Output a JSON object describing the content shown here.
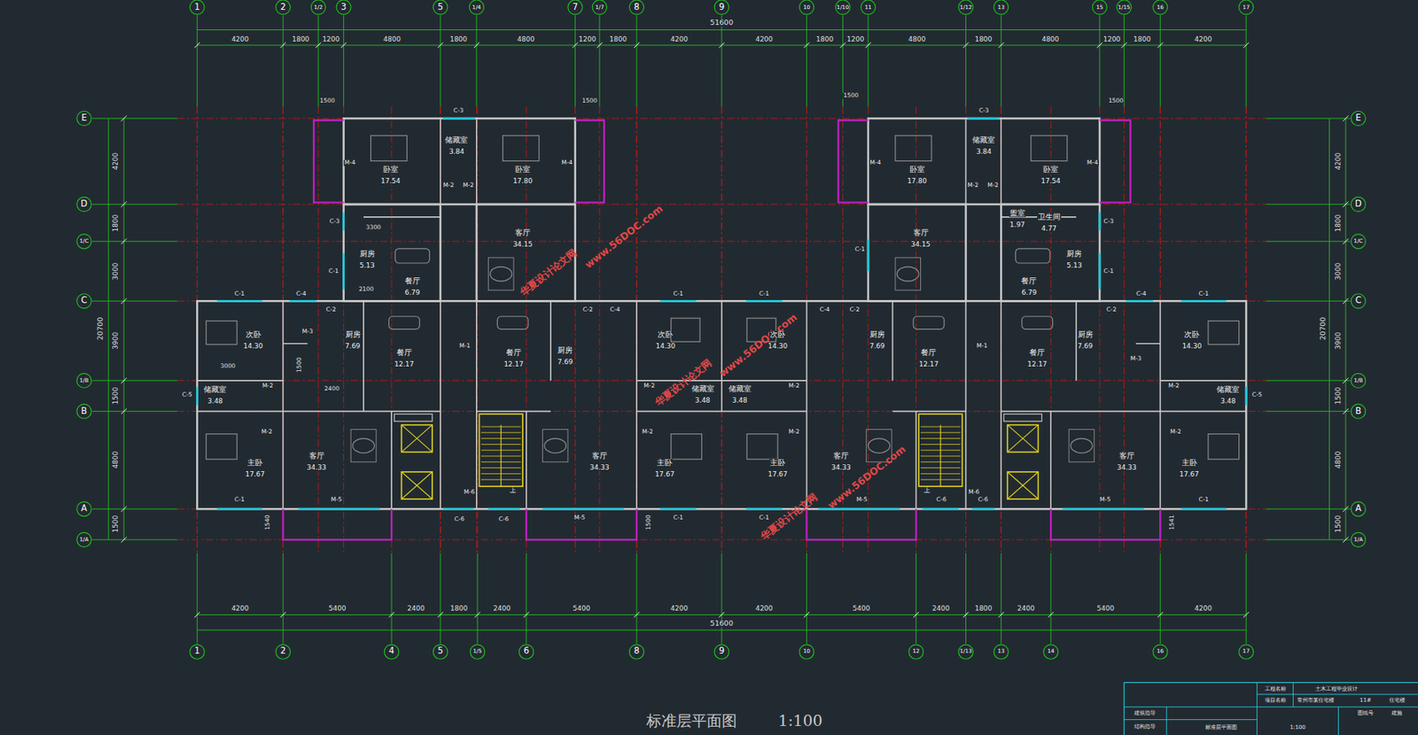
{
  "diagram": {
    "caption": "标准层平面图",
    "labels": [
      "1",
      "2",
      "1/2",
      "3",
      "5",
      "1/4",
      "7",
      "1/7",
      "8",
      "9",
      "10",
      "1/10",
      "11",
      "1/12",
      "13",
      "15",
      "1/15",
      "16",
      "17",
      "1",
      "2",
      "4",
      "5",
      "1/5",
      "6",
      "8",
      "9",
      "10",
      "12",
      "1/13",
      "13",
      "14",
      "16",
      "17",
      "E",
      "D",
      "1/C",
      "C",
      "1/B",
      "B",
      "A",
      "1/A",
      "E",
      "D",
      "1/C",
      "C",
      "1/B",
      "B",
      "A",
      "1/A",
      "4200",
      "1800",
      "1200",
      "4800",
      "1800",
      "4800",
      "1200",
      "1800",
      "4200",
      "4200",
      "1800",
      "1200",
      "4800",
      "1800",
      "4800",
      "1200",
      "1800",
      "4200",
      "51600",
      "4200",
      "5400",
      "2400",
      "1800",
      "2400",
      "5400",
      "4200",
      "4200",
      "5400",
      "2400",
      "1800",
      "2400",
      "5400",
      "4200",
      "51600",
      "4200",
      "1800",
      "3000",
      "3900",
      "1500",
      "4800",
      "1500",
      "20700",
      "4200",
      "1800",
      "3000",
      "3900",
      "1500",
      "4800",
      "1500",
      "20700",
      "1500",
      "1500",
      "1500",
      "1500",
      "3000",
      "2400",
      "1500",
      "2100",
      "1540",
      "1500",
      "1541",
      "3300",
      "卧室",
      "17.54",
      "储藏室",
      "3.84",
      "卧室",
      "17.80",
      "客厅",
      "34.15",
      "厨房",
      "5.13",
      "餐厅",
      "6.79",
      "次卧",
      "14.30",
      "厨房",
      "7.69",
      "餐厅",
      "12.17",
      "储藏室",
      "3.48",
      "主卧",
      "17.67",
      "客厅",
      "34.33",
      "餐厅",
      "12.17",
      "厨房",
      "7.69",
      "次卧",
      "14.30",
      "储藏室",
      "3.48",
      "主卧",
      "17.67",
      "客厅",
      "34.33",
      "储藏室",
      "3.48",
      "次卧",
      "14.30",
      "主卧",
      "17.67",
      "客厅",
      "34.33",
      "厨房",
      "7.69",
      "餐厅",
      "12.17",
      "卧室",
      "17.80",
      "储藏室",
      "3.84",
      "卧室",
      "17.54",
      "客厅",
      "34.15",
      "盥室",
      "1.97",
      "卫生间",
      "4.77",
      "厨房",
      "5.13",
      "餐厅",
      "6.79",
      "餐厅",
      "12.17",
      "厨房",
      "7.69",
      "次卧",
      "14.30",
      "储藏室",
      "3.48",
      "主卧",
      "17.67",
      "客厅",
      "34.33",
      "C-3",
      "C-3",
      "M-4",
      "M-4",
      "M-4",
      "M-4",
      "M-2",
      "M-2",
      "M-2",
      "M-2",
      "C-3",
      "C-3",
      "C-1",
      "C-1",
      "C-1",
      "C-1",
      "C-4",
      "C-1",
      "C-1",
      "C-4",
      "C-1",
      "C-2",
      "C-2",
      "C-4",
      "C-4",
      "C-2",
      "C-2",
      "M-1",
      "M-1",
      "M-3",
      "M-3",
      "M-2",
      "M-2",
      "M-2",
      "M-2",
      "C-5",
      "C-5",
      "M-2",
      "M-2",
      "M-2",
      "M-2",
      "C-1",
      "M-5",
      "M-5",
      "C-1",
      "C-1",
      "M-5",
      "M-5",
      "C-1",
      "C-6",
      "C-6",
      "C-6",
      "C-6",
      "M-6",
      "M-6",
      "上",
      "上",
      "华夏设计论文网",
      "www.56DOC.com",
      "华夏设计论文网",
      "www.56DOC.com",
      "华夏设计论文网",
      "www.56DOC.com",
      "工程名称",
      "土木工程毕业设计",
      "项目名称",
      "常州市某住宅楼",
      "11#",
      "住宅楼",
      "建筑指导",
      "结构指导",
      "标准层平面图",
      "1:100",
      "图纸号",
      "建施",
      "1:100"
    ]
  }
}
